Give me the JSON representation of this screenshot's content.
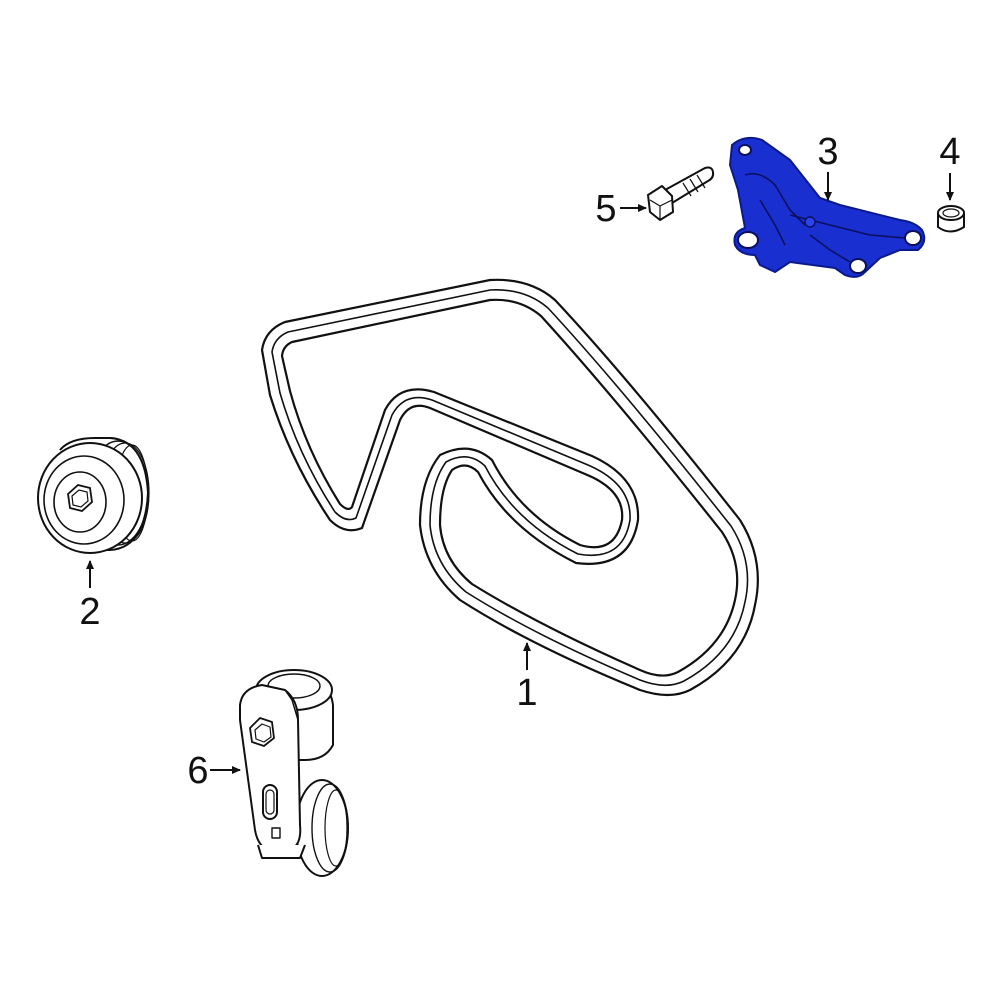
{
  "colors": {
    "line": "#111111",
    "highlight_fill": "#1a2fd0",
    "highlight_stroke": "#0a1a8a",
    "background": "#ffffff"
  },
  "callouts": [
    {
      "id": "1",
      "label": "1"
    },
    {
      "id": "2",
      "label": "2"
    },
    {
      "id": "3",
      "label": "3"
    },
    {
      "id": "4",
      "label": "4"
    },
    {
      "id": "5",
      "label": "5"
    },
    {
      "id": "6",
      "label": "6"
    }
  ]
}
